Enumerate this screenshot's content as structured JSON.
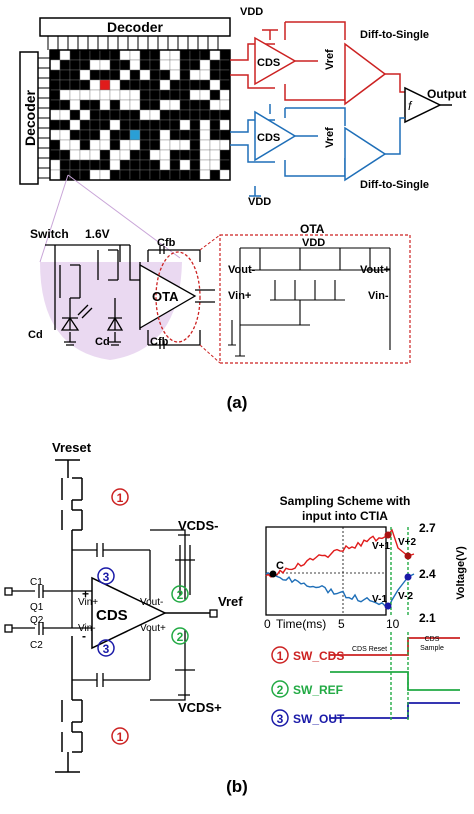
{
  "colors": {
    "red": "#cc2222",
    "blue": "#1f6fb8",
    "green": "#22aa44",
    "navy": "#1a1aa8",
    "dark_red": "#aa1111",
    "purple_fill": "#e6d2ee",
    "pixel_red": "#e01b1b",
    "pixel_blue": "#2a9fd6"
  },
  "panel_a": {
    "decoder_top": "Decoder",
    "decoder_left": "Decoder",
    "vdd_top": "VDD",
    "vdd_bottom": "VDD",
    "cds_top": "CDS",
    "cds_bottom": "CDS",
    "vref_top": "Vref",
    "vref_bottom": "Vref",
    "diff_single_top": "Diff-to-Single",
    "diff_single_bottom": "Diff-to-Single",
    "output": "Output",
    "switch": "Switch",
    "v16": "1.6V",
    "cfb_top": "Cfb",
    "cfb_bottom": "Cfb",
    "ota_block": "OTA",
    "cd_left": "Cd",
    "cd_right": "Cd",
    "ota_title": "OTA",
    "ota_vdd": "VDD",
    "vout_minus": "Vout-",
    "vout_plus": "Vout+",
    "vin_plus": "Vin+",
    "vin_minus": "Vin-",
    "caption": "(a)"
  },
  "panel_b": {
    "vreset": "Vreset",
    "vcds_minus": "VCDS-",
    "vcds_plus": "VCDS+",
    "vref": "Vref",
    "cds": "CDS",
    "c1": "C1",
    "c2": "C2",
    "q1": "Q1",
    "q2": "Q2",
    "vin_plus": "Vin+",
    "vin_minus": "Vin-",
    "vout_minus": "Vout-",
    "vout_plus": "Vout+",
    "plus": "+",
    "minus": "-",
    "n1": "1",
    "n2": "2",
    "n3": "3",
    "caption": "(b)"
  },
  "timing": {
    "title_line1": "Sampling Scheme with",
    "title_line2": "input into CTIA",
    "x_axis_label": "Time(ms)",
    "x_tick_0": "0",
    "x_tick_5": "5",
    "x_tick_10": "10",
    "y_axis_label": "Voltage(V)",
    "y_tick_27": "2.7",
    "y_tick_24": "2.4",
    "y_tick_21": "2.1",
    "point_c": "C",
    "point_v_plus1": "V+1",
    "point_v_plus2": "V+2",
    "point_v_minus1": "V-1",
    "point_v_minus2": "V-2",
    "cds_reset": "CDS Reset",
    "cds_sample_line1": "CDS",
    "cds_sample_line2": "Sample",
    "sw_cds": "SW_CDS",
    "sw_ref": "SW_REF",
    "sw_out": "SW_OUT",
    "n1": "1",
    "n2": "2",
    "n3": "3"
  }
}
